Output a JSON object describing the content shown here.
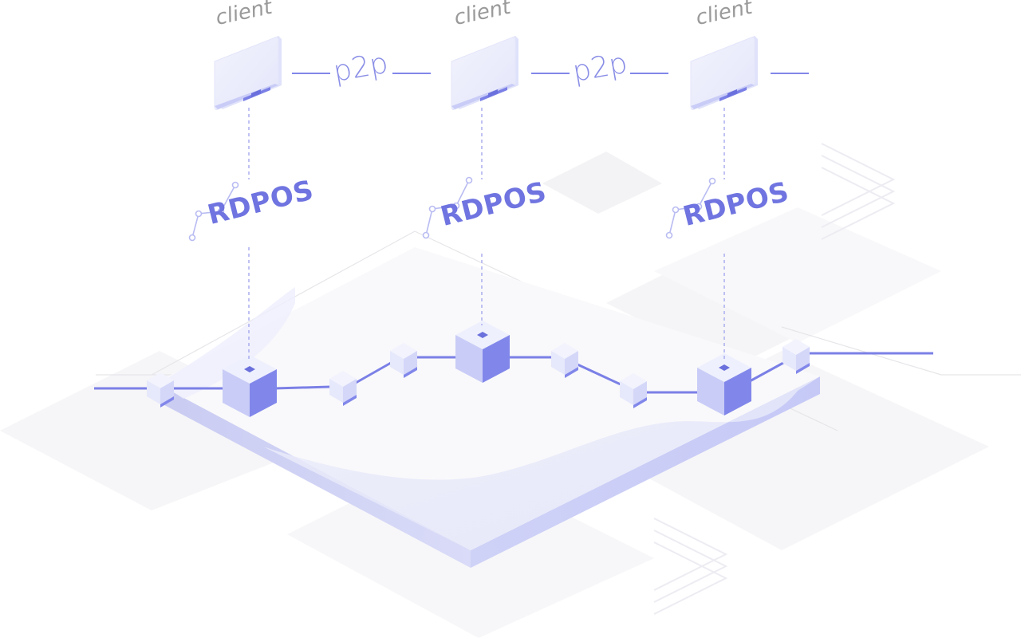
{
  "labels": {
    "client": "client",
    "p2p": "p2p",
    "rdpos": "RDPOS"
  },
  "clients": [
    {
      "label": "client"
    },
    {
      "label": "client"
    },
    {
      "label": "client"
    }
  ],
  "p2p_links": [
    {
      "label": "p2p"
    },
    {
      "label": "p2p"
    }
  ],
  "consensus": [
    {
      "label": "RDPOS"
    },
    {
      "label": "RDPOS"
    },
    {
      "label": "RDPOS"
    }
  ],
  "colors": {
    "accent": "#7b80e6",
    "accent_dark": "#8187ea",
    "accent_light": "#c4c7f6",
    "platform_side": "#d6d8f8",
    "platform_top": "#f8f8fb",
    "label_gray": "#9a9a9a",
    "background_tile": "#f4f4f6"
  }
}
